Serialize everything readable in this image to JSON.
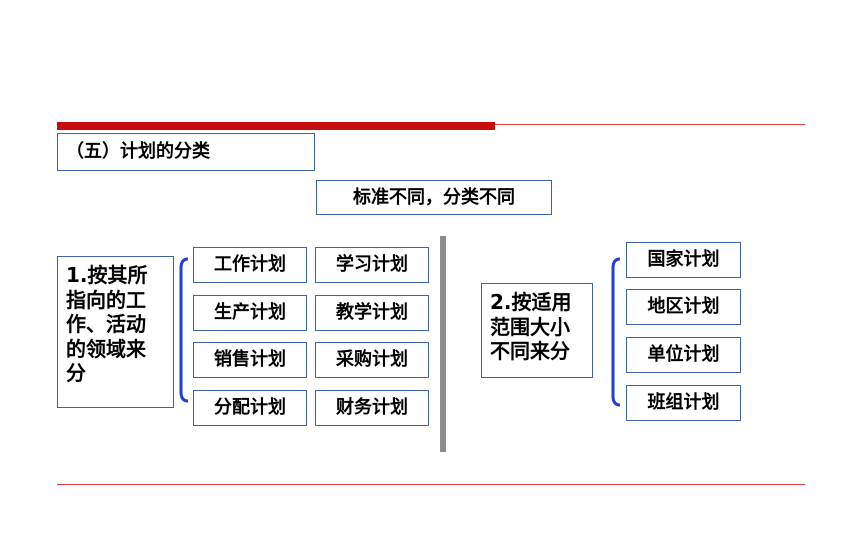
{
  "slide": {
    "section_title": "（五）计划的分类",
    "subtitle": "标准不同，分类不同",
    "group1": {
      "label": "1.按其所指向的工作、活动的领域来分",
      "items": [
        "工作计划",
        "学习计划",
        "生产计划",
        "教学计划",
        "销售计划",
        "采购计划",
        "分配计划",
        "财务计划"
      ]
    },
    "group2": {
      "label": "2.按适用范围大小不同来分",
      "items": [
        "国家计划",
        "地区计划",
        "单位计划",
        "班组计划"
      ]
    }
  },
  "colors": {
    "accent_red": "#c50d0d",
    "box_border": "#3a63a8",
    "brace_blue": "#1f3fd6",
    "divider_gray": "#8c8c8c"
  }
}
